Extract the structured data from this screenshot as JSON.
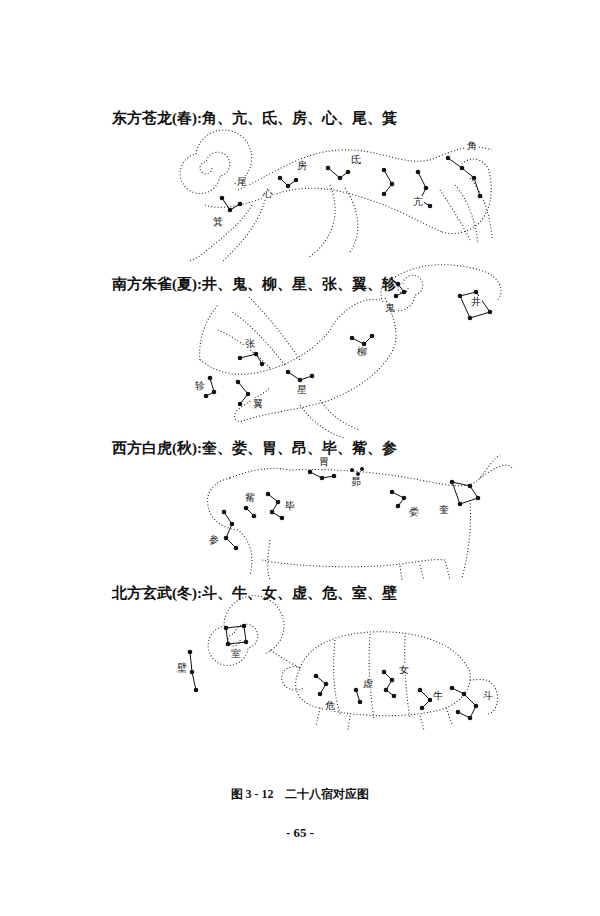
{
  "diagram": {
    "caption": "图 3 - 12　二十八宿对应图",
    "labels": [
      "东方苍龙(春):角、亢、氐、房、心、尾、箕",
      "南方朱雀(夏):井、鬼、柳、星、张、翼、轸",
      "西方白虎(秋):奎、娄、胃、昂、毕、觜、参",
      "北方玄武(冬):斗、牛、女、虚、危、室、壁",
      "角",
      "亢",
      "氐",
      "房",
      "心",
      "尾",
      "箕",
      "井",
      "鬼",
      "柳",
      "星",
      "张",
      "翼",
      "轸",
      "奎",
      "娄",
      "胃",
      "昴",
      "毕",
      "觜",
      "参",
      "斗",
      "牛",
      "女",
      "虚",
      "危",
      "室",
      "壁",
      "- 65 -"
    ]
  }
}
